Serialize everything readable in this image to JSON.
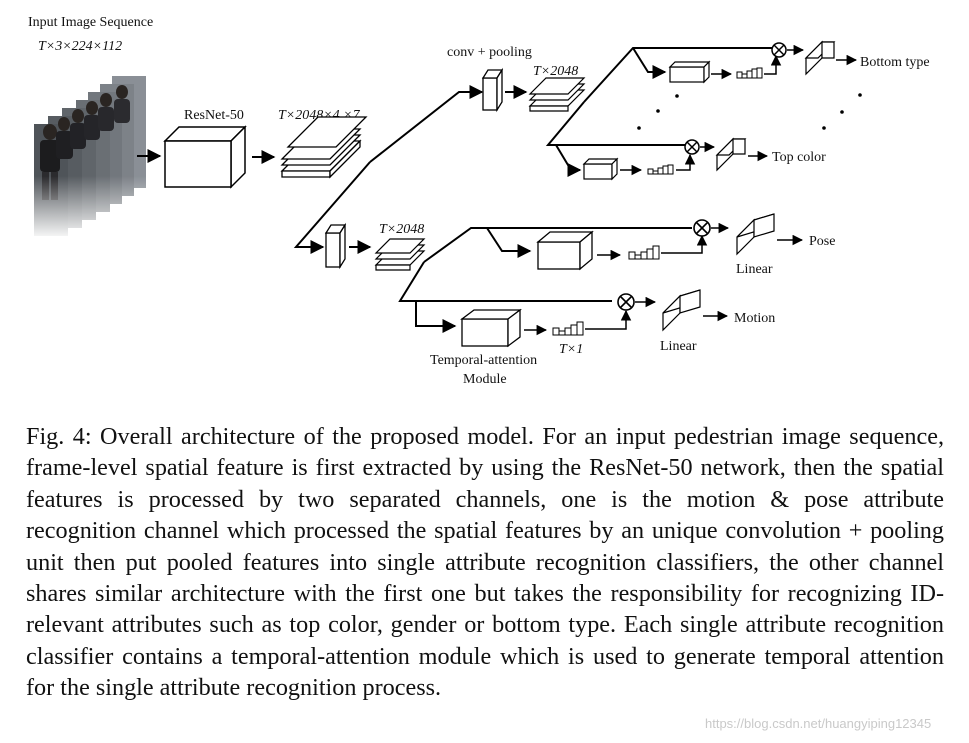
{
  "figure": {
    "labels": {
      "input_title": "Input Image Sequence",
      "input_dim": "T×3×224×112",
      "resnet": "ResNet-50",
      "resnet_out": "T×2048×4 ×7",
      "conv_pooling": "conv + pooling",
      "top_feat": "T×2048",
      "bottom_type": "Bottom type",
      "top_color": "Top color",
      "lower_feat": "T×2048",
      "pose": "Pose",
      "linear_pose": "Linear",
      "motion": "Motion",
      "linear_motion": "Linear",
      "t_attn_line1": "Temporal-attention",
      "t_attn_line2": "Module",
      "tx1": "T×1"
    }
  },
  "caption": {
    "text": "Fig. 4: Overall architecture of the proposed model. For an input pedestrian image sequence, frame-level spatial feature is first extracted by using the ResNet-50 network, then the spatial features is processed by two separated channels, one is the motion & pose attribute recognition channel which processed the spatial features by an unique convolution + pooling unit then put pooled features into single attribute recognition classifiers, the other channel shares similar architecture with the first one but takes the responsibility for recognizing ID-relevant attributes such as top color, gender or bottom type. Each single attribute recognition classifier contains a temporal-attention module which is used to generate temporal attention for the single attribute recognition process."
  },
  "watermark": "https://blog.csdn.net/huangyiping12345"
}
